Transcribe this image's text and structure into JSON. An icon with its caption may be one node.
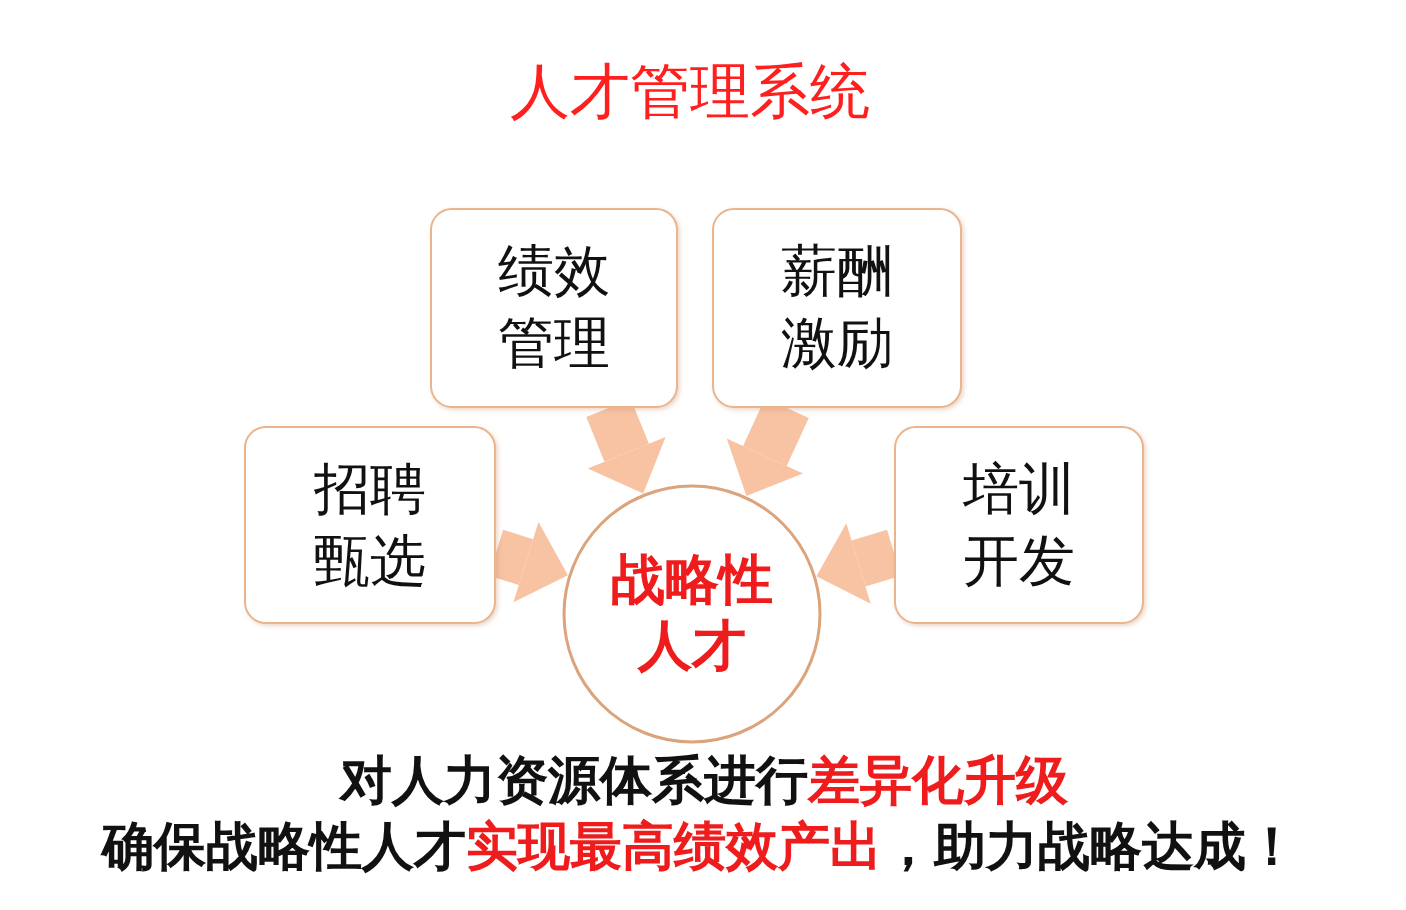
{
  "diagram": {
    "title": "人才管理系统",
    "nodes": [
      {
        "text": [
          "绩效管理"
        ]
      },
      {
        "text": [
          "薪酬激励"
        ]
      },
      {
        "text": [
          "招聘甄选"
        ]
      },
      {
        "text": [
          "战略性人才"
        ]
      },
      {
        "text": [
          "培训开发"
        ]
      }
    ],
    "edges": [
      {
        "from": 0,
        "to": 3,
        "arrow": "to"
      },
      {
        "from": 1,
        "to": 3,
        "arrow": "to"
      },
      {
        "from": 2,
        "to": 3,
        "arrow": "to"
      },
      {
        "from": 4,
        "to": 3,
        "arrow": "to"
      }
    ],
    "labels": [
      "对人力资源体系进行**差异化升级**",
      "确保战略性人才**实现最高绩效产出**，助力战略达成！"
    ]
  }
}
